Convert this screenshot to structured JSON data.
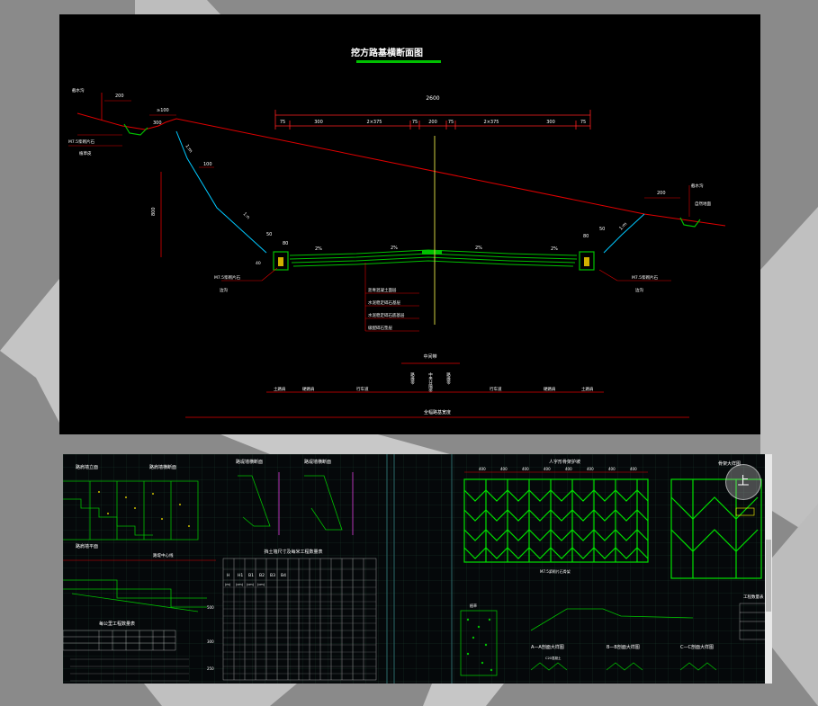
{
  "top_drawing": {
    "title": "挖方路基横断面图",
    "dims_top": {
      "total": "2600",
      "segments": [
        "75",
        "300",
        "2×375",
        "75",
        "200",
        "75",
        "2×375",
        "300",
        "75"
      ]
    },
    "left": {
      "width_200": "200",
      "width_ge100": "≥100",
      "width_300": "300",
      "height_800": "800",
      "width_100": "100",
      "width_50": "50",
      "width_80": "80",
      "slope_1": "1:m",
      "slope_2": "1:n",
      "label_ditch": "截水沟",
      "label_m75": "M7.5浆砌片石",
      "label_plant": "植草皮",
      "label_side": "M7.5浆砌片石",
      "label_side2": "边沟",
      "label_h40": "40"
    },
    "right": {
      "width_200": "200",
      "width_50": "50",
      "width_80": "80",
      "slope": "1:m",
      "label_ditch": "截水沟",
      "label_plant": "自然地面",
      "label_side": "M7.5浆砌片石",
      "label_side2": "边沟"
    },
    "grades": [
      "2%",
      "2%",
      "2%",
      "2%"
    ],
    "layer_labels": [
      "沥青混凝土面层",
      "水泥稳定碎石基层",
      "水泥稳定碎石底基层",
      "级配碎石垫层"
    ],
    "bottom": {
      "median": "中间带",
      "median_parts": [
        "路缘带",
        "中央分隔带",
        "路缘带"
      ],
      "left_parts": [
        "土路肩",
        "硬路肩",
        "行车道"
      ],
      "right_parts": [
        "行车道",
        "硬路肩",
        "土路肩"
      ],
      "total": "全幅路基宽度"
    }
  },
  "bottom_sheet": {
    "left_titles": [
      "路肩墙立面",
      "路肩墙横断面",
      "路堤墙横断面",
      "路肩墙平面"
    ],
    "sub_title": "路堤中心线",
    "table_title": "挡土墙尺寸及每米工程数量表",
    "table_headers": [
      "H",
      "H1",
      "B1",
      "B2",
      "B3",
      "B4"
    ],
    "table_units": [
      "(m)",
      "(cm)",
      "(cm)",
      "(cm)"
    ],
    "table2_title": "每公里工程数量表",
    "right_titles": [
      "人字形骨架护坡",
      "骨架大样图",
      "A—A剖面大样图",
      "B—B剖面大样图",
      "C—C剖面大样图",
      "工程数量表"
    ],
    "dims_400": [
      "400",
      "400",
      "400",
      "400",
      "400",
      "400",
      "400",
      "400"
    ],
    "labels": [
      "M7.5浆砌片石骨架",
      "C20混凝土",
      "植草"
    ],
    "heights": [
      "500",
      "300",
      "250"
    ]
  },
  "zoom_widget": {
    "icon": "zoom-icon",
    "label": "上"
  },
  "colors": {
    "ground": "#e00000",
    "road": "#00c000",
    "cyan": "#00c8ff",
    "yellow": "#ffff00",
    "white": "#ffffff"
  }
}
